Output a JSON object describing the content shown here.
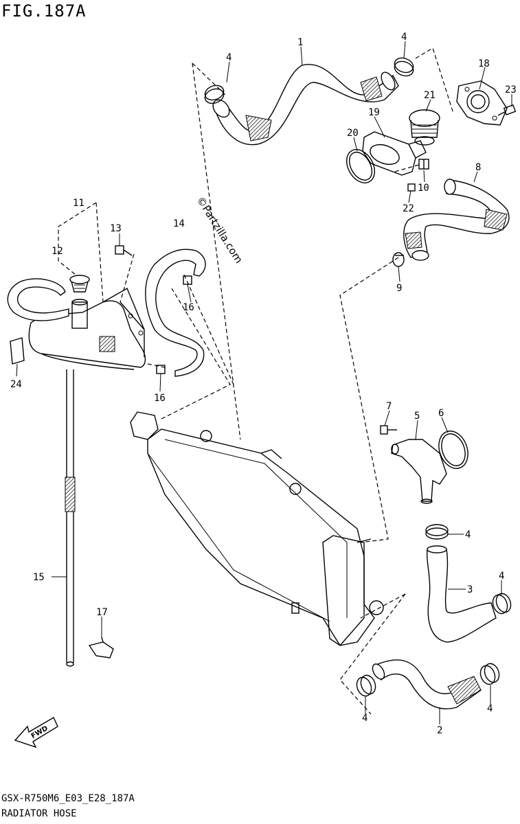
{
  "header": {
    "figure": "FIG.187A"
  },
  "footer": {
    "code": "GSX-R750M6_E03_E28_187A",
    "name": "RADIATOR HOSE"
  },
  "watermark": "©Partzilla.com",
  "fwd_label": "FWD",
  "callouts": {
    "c1": "1",
    "c2": "2",
    "c3": "3",
    "c4a": "4",
    "c4b": "4",
    "c4c": "4",
    "c4d": "4",
    "c4e": "4",
    "c4f": "4",
    "c5": "5",
    "c6": "6",
    "c7": "7",
    "c8": "8",
    "c9": "9",
    "c10": "10",
    "c11": "11",
    "c12": "12",
    "c13": "13",
    "c14": "14",
    "c15": "15",
    "c16a": "16",
    "c16b": "16",
    "c17": "17",
    "c18": "18",
    "c19": "19",
    "c20": "20",
    "c21": "21",
    "c22": "22",
    "c23": "23",
    "c24": "24"
  }
}
